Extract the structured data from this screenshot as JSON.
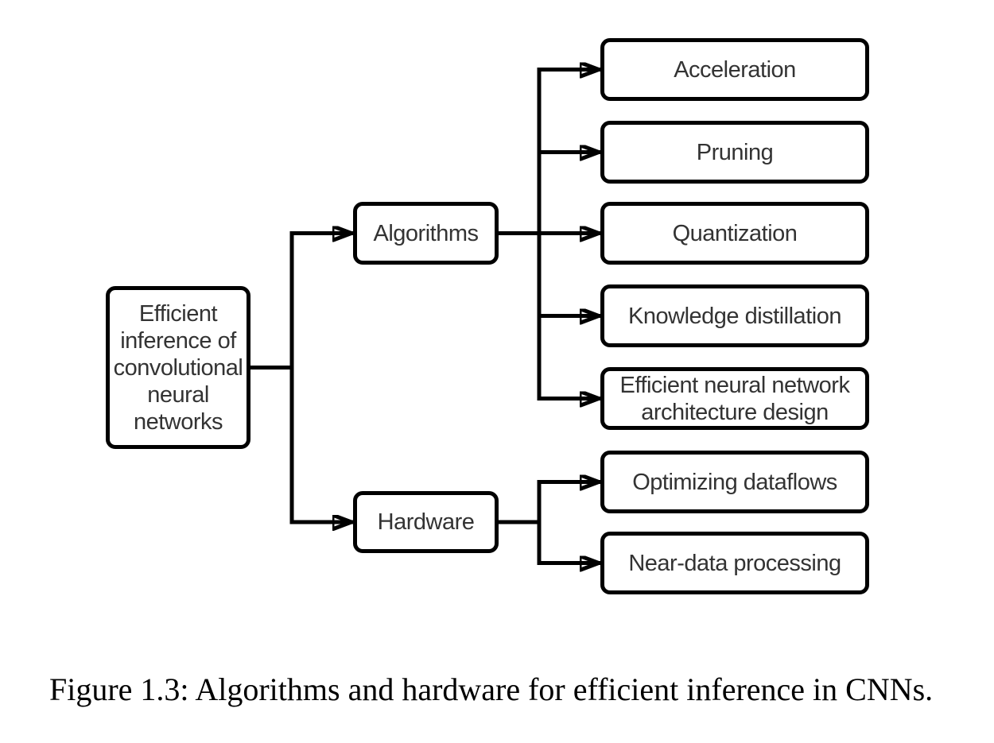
{
  "diagram": {
    "root": {
      "label": "Efficient inference of convolutional neural networks"
    },
    "branches": [
      {
        "label": "Algorithms",
        "children": [
          "Acceleration",
          "Pruning",
          "Quantization",
          "Knowledge distillation",
          "Efficient neural network architecture design"
        ]
      },
      {
        "label": "Hardware",
        "children": [
          "Optimizing dataflows",
          "Near-data processing"
        ]
      }
    ]
  },
  "caption": "Figure 1.3: Algorithms and hardware for efficient inference in CNNs.",
  "colors": {
    "line": "#000000",
    "box_border": "#000000",
    "box_fill": "#ffffff",
    "label_text": "#333333",
    "caption_text": "#000000",
    "background": "#ffffff"
  }
}
